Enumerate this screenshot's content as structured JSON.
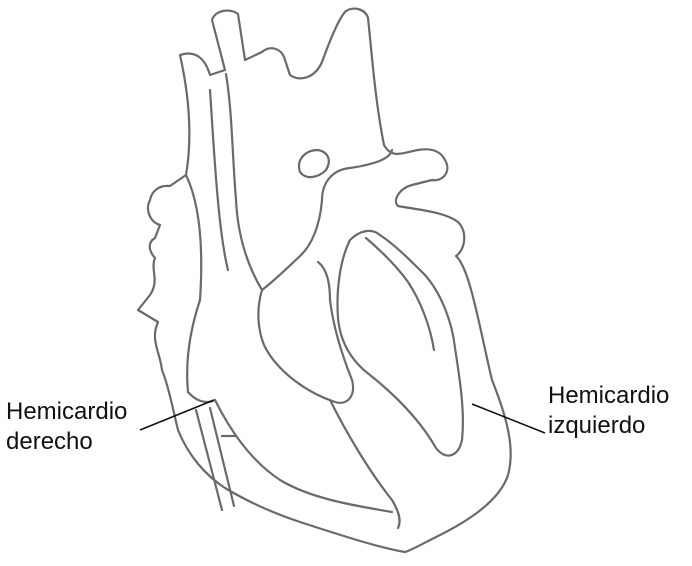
{
  "labels": {
    "right_side": {
      "line1": "Hemicardio",
      "line2": "derecho"
    },
    "left_side": {
      "line1": "Hemicardio",
      "line2": "izquierdo"
    }
  },
  "colors": {
    "outline": "#6a6a6a",
    "leader": "#111111",
    "text": "#111111",
    "background": "#ffffff"
  }
}
